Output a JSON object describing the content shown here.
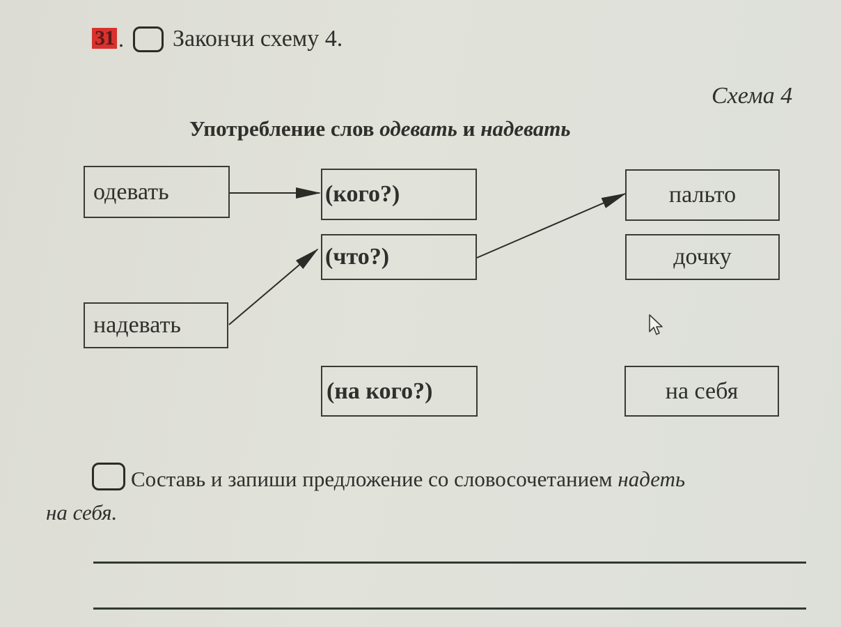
{
  "task": {
    "number": "31",
    "dot": ".",
    "title": "Закончи схему 4."
  },
  "scheme": {
    "label": "Схема 4",
    "heading_plain1": "Употребление слов ",
    "heading_italic1": "одевать",
    "heading_plain2": " и ",
    "heading_italic2": "надевать"
  },
  "boxes": {
    "odevat": "одевать",
    "nadevat_bold": "на",
    "nadevat_rest": "девать",
    "kogo": "(кого?)",
    "chto": "(что?)",
    "na_kogo": "(на кого?)",
    "palto": "пальто",
    "dochku": "дочку",
    "na_sebya": "на себя"
  },
  "instruction": {
    "text": "Составь и запиши предложение со словосочетанием ",
    "italic": "надеть",
    "line2": "на себя."
  },
  "colors": {
    "number_badge": "#d9322e",
    "ink": "#2f2f2c"
  }
}
